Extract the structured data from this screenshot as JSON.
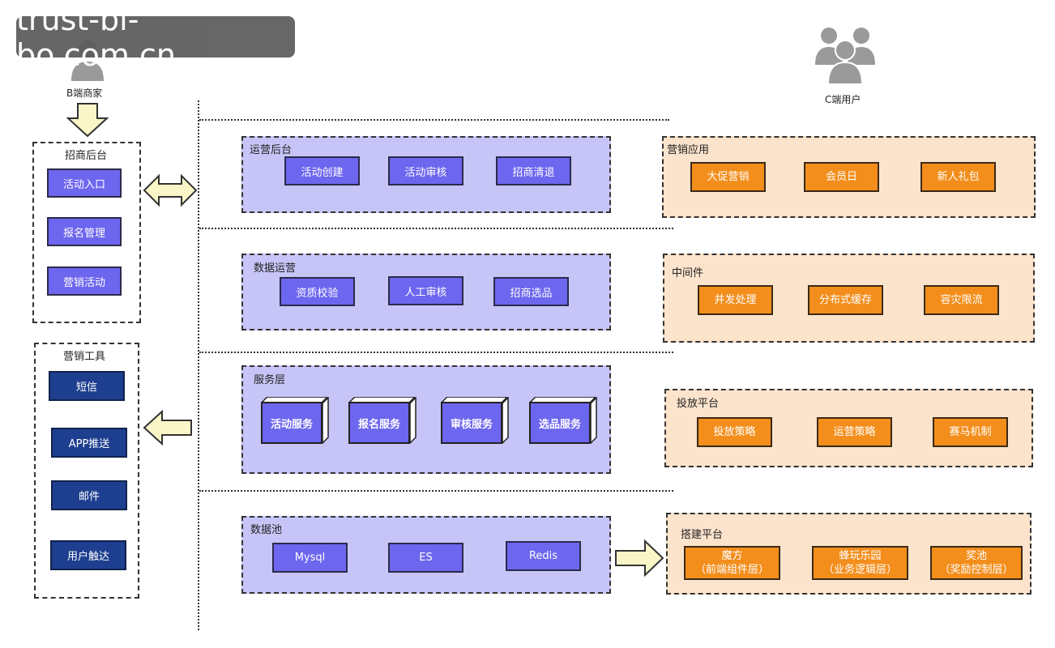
{
  "watermark": "trust-bi-bo.com.cn",
  "actors": {
    "merchant": "B端商家",
    "user": "C端用户"
  },
  "left": {
    "recruit": {
      "title": "招商后台",
      "items": [
        "活动入口",
        "报名管理",
        "营销活动"
      ]
    },
    "tools": {
      "title": "营销工具",
      "items": [
        "短信",
        "APP推送",
        "邮件",
        "用户触达"
      ]
    }
  },
  "layers": {
    "ops": {
      "title": "运营后台",
      "items": [
        "活动创建",
        "活动审核",
        "招商清退"
      ]
    },
    "data_ops": {
      "title": "数据运营",
      "items": [
        "资质校验",
        "人工审核",
        "招商选品"
      ]
    },
    "service": {
      "title": "服务层",
      "items": [
        "活动服务",
        "报名服务",
        "审核服务",
        "选品服务"
      ]
    },
    "pool": {
      "title": "数据池",
      "items": [
        "Mysql",
        "ES",
        "Redis"
      ]
    }
  },
  "right": {
    "marketing": {
      "title": "营销应用",
      "items": [
        "大促营销",
        "会员日",
        "新人礼包"
      ]
    },
    "middleware": {
      "title": "中间件",
      "items": [
        "并发处理",
        "分布式缓存",
        "容灾限流"
      ]
    },
    "delivery": {
      "title": "投放平台",
      "items": [
        "投放策略",
        "运营策略",
        "赛马机制"
      ]
    },
    "build": {
      "title": "搭建平台",
      "items": [
        {
          "name": "魔方",
          "sub": "（前端组件层）"
        },
        {
          "name": "蜂玩乐园",
          "sub": "（业务逻辑层）"
        },
        {
          "name": "奖池",
          "sub": "（奖励控制层）"
        }
      ]
    }
  },
  "colors": {
    "purple_panel": "#c7c5f7",
    "purple_button": "#6d66ee",
    "orange_panel": "#fbe3cc",
    "orange_button": "#f38e1c",
    "navy_button": "#1e3f8f",
    "arrow_fill": "#fbf6c8"
  }
}
